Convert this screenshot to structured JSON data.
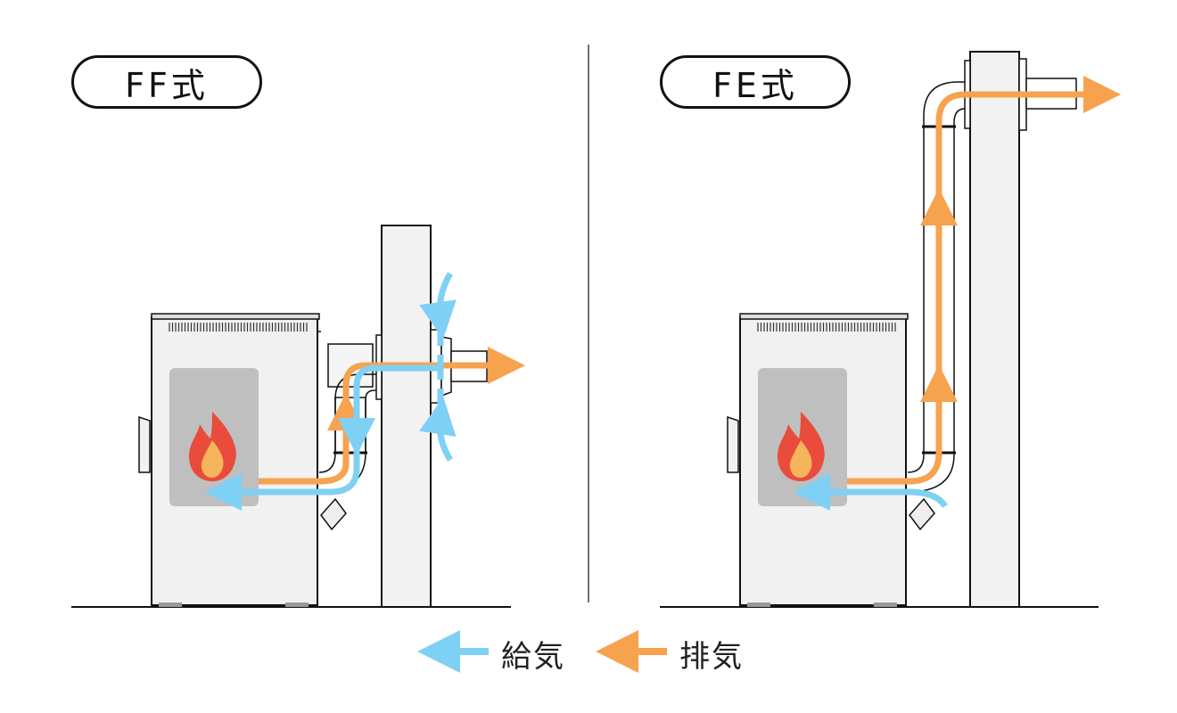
{
  "panels": [
    {
      "id": "ff",
      "title": "FF式"
    },
    {
      "id": "fe",
      "title": "FE式"
    }
  ],
  "legend": {
    "supply": {
      "label": "給気",
      "color": "#7fd0f5"
    },
    "exhaust": {
      "label": "排気",
      "color": "#f7a24f"
    }
  },
  "colors": {
    "stove_body": "#f1f1f1",
    "window": "#bfbfbf",
    "wall": "#f2f2f2",
    "outline": "#111111",
    "flame_outer": "#e94b3c",
    "flame_inner": "#f5b55a"
  }
}
